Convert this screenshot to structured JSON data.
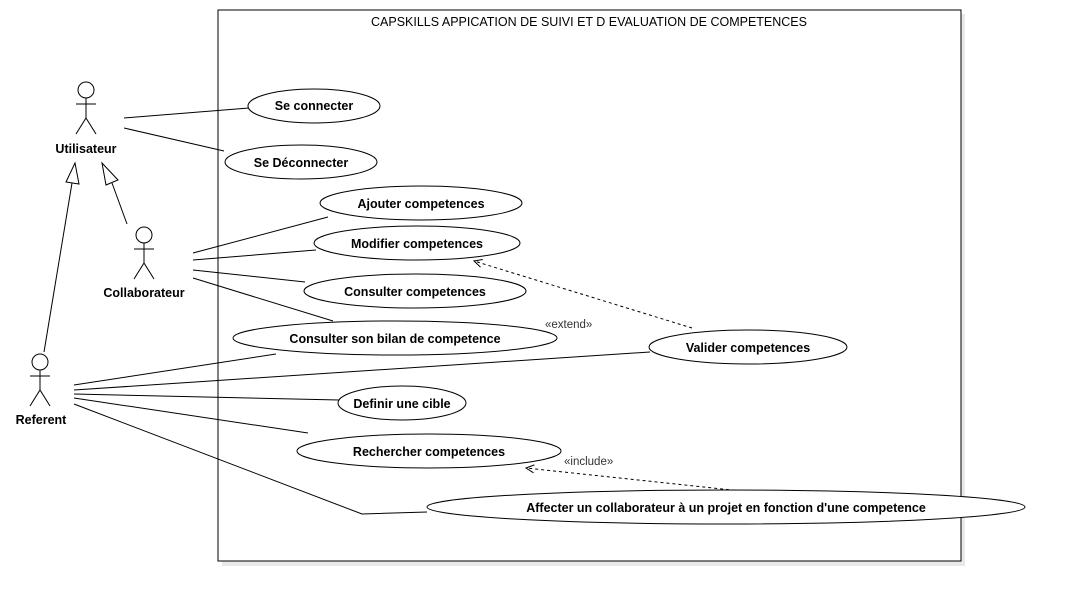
{
  "system": {
    "title": "CAPSKILLS APPICATION DE SUIVI ET D EVALUATION DE COMPETENCES"
  },
  "actors": {
    "utilisateur": "Utilisateur",
    "collaborateur": "Collaborateur",
    "referent": "Referent"
  },
  "use_cases": {
    "se_connecter": "Se connecter",
    "se_deconnecter": "Se Déconnecter",
    "ajouter": "Ajouter competences",
    "modifier": "Modifier competences",
    "consulter": "Consulter competences",
    "bilan": "Consulter son bilan de competence",
    "valider": "Valider competences",
    "cible": "Definir une cible",
    "rechercher": "Rechercher competences",
    "affecter": "Affecter un collaborateur à un projet en fonction d'une competence"
  },
  "stereotypes": {
    "extend": "«extend»",
    "include": "«include»"
  }
}
